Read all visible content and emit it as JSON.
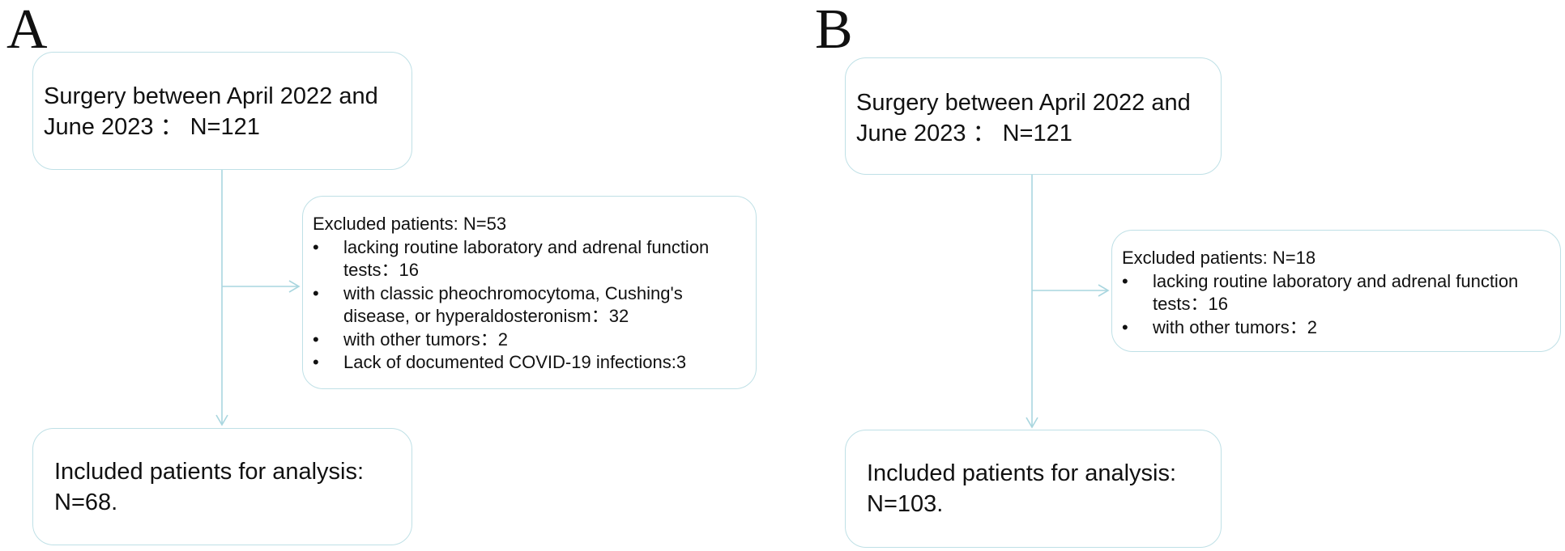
{
  "panel_a": {
    "label": "A",
    "start_box": {
      "line1": "Surgery between April 2022 and",
      "line2": "June 2023 ： N=121"
    },
    "excluded_box": {
      "title": "Excluded patients: N=53",
      "items": [
        {
          "line1": "lacking routine laboratory and adrenal function",
          "line2": "tests：16"
        },
        {
          "line1": "with classic pheochromocytoma, Cushing's",
          "line2": "disease, or hyperaldosteronism：32"
        },
        {
          "line1": "with other tumors：2",
          "line2": ""
        },
        {
          "line1": "Lack of documented COVID-19 infections:3",
          "line2": ""
        }
      ]
    },
    "included_box": {
      "line1": "Included patients for analysis:",
      "line2": "N=68."
    }
  },
  "panel_b": {
    "label": "B",
    "start_box": {
      "line1": "Surgery between April 2022 and",
      "line2": "June 2023 ： N=121"
    },
    "excluded_box": {
      "title": "Excluded patients: N=18",
      "items": [
        {
          "line1": "lacking routine laboratory and adrenal function",
          "line2": "tests：16"
        },
        {
          "line1": "with other tumors：2",
          "line2": ""
        }
      ]
    },
    "included_box": {
      "line1": "Included patients for analysis:",
      "line2": "N=103."
    }
  },
  "colors": {
    "box_border": "#bfe0e6",
    "connector": "#a9d6df",
    "text": "#111111"
  }
}
